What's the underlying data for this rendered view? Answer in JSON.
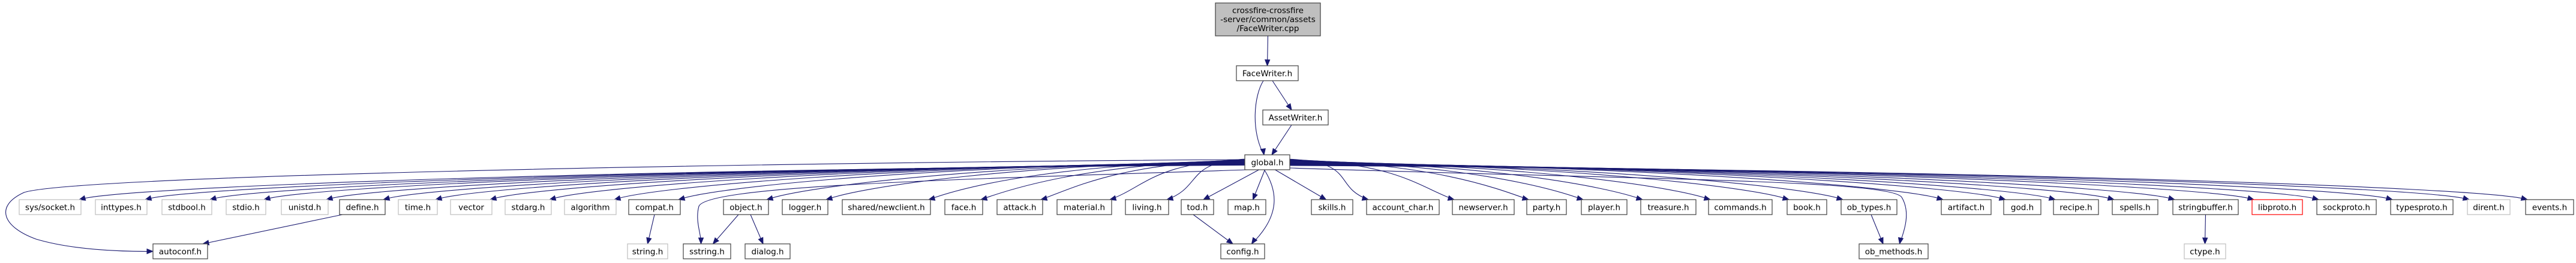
{
  "title": "Include dependency graph for FaceWriter.cpp",
  "colors": {
    "edge": "#191970",
    "root_fill": "#bfbfbf",
    "node_border": "#404040",
    "external_border": "#bfbfbf",
    "error_border": "#ff0000"
  },
  "nodes": [
    {
      "id": "root",
      "label_lines": [
        "crossfire-crossfire",
        "-server/common/assets",
        "/FaceWriter.cpp"
      ],
      "kind": "root"
    },
    {
      "id": "facewriter_h",
      "label": "FaceWriter.h",
      "kind": "normal"
    },
    {
      "id": "assetwriter_h",
      "label": "AssetWriter.h",
      "kind": "normal"
    },
    {
      "id": "global_h",
      "label": "global.h",
      "kind": "normal"
    },
    {
      "id": "sys_socket_h",
      "label": "sys/socket.h",
      "kind": "external"
    },
    {
      "id": "inttypes_h",
      "label": "inttypes.h",
      "kind": "external"
    },
    {
      "id": "stdbool_h",
      "label": "stdbool.h",
      "kind": "external"
    },
    {
      "id": "stdio_h",
      "label": "stdio.h",
      "kind": "external"
    },
    {
      "id": "unistd_h",
      "label": "unistd.h",
      "kind": "external"
    },
    {
      "id": "define_h",
      "label": "define.h",
      "kind": "normal"
    },
    {
      "id": "time_h",
      "label": "time.h",
      "kind": "external"
    },
    {
      "id": "vector",
      "label": "vector",
      "kind": "external"
    },
    {
      "id": "stdarg_h",
      "label": "stdarg.h",
      "kind": "external"
    },
    {
      "id": "algorithm",
      "label": "algorithm",
      "kind": "external"
    },
    {
      "id": "compat_h",
      "label": "compat.h",
      "kind": "normal"
    },
    {
      "id": "object_h",
      "label": "object.h",
      "kind": "normal"
    },
    {
      "id": "logger_h",
      "label": "logger.h",
      "kind": "normal"
    },
    {
      "id": "newclient_h",
      "label": "shared/newclient.h",
      "kind": "normal"
    },
    {
      "id": "face_h",
      "label": "face.h",
      "kind": "normal"
    },
    {
      "id": "attack_h",
      "label": "attack.h",
      "kind": "normal"
    },
    {
      "id": "material_h",
      "label": "material.h",
      "kind": "normal"
    },
    {
      "id": "living_h",
      "label": "living.h",
      "kind": "normal"
    },
    {
      "id": "tod_h",
      "label": "tod.h",
      "kind": "normal"
    },
    {
      "id": "map_h",
      "label": "map.h",
      "kind": "normal"
    },
    {
      "id": "skills_h",
      "label": "skills.h",
      "kind": "normal"
    },
    {
      "id": "account_char_h",
      "label": "account_char.h",
      "kind": "normal"
    },
    {
      "id": "newserver_h",
      "label": "newserver.h",
      "kind": "normal"
    },
    {
      "id": "party_h",
      "label": "party.h",
      "kind": "normal"
    },
    {
      "id": "player_h",
      "label": "player.h",
      "kind": "normal"
    },
    {
      "id": "treasure_h",
      "label": "treasure.h",
      "kind": "normal"
    },
    {
      "id": "commands_h",
      "label": "commands.h",
      "kind": "normal"
    },
    {
      "id": "book_h",
      "label": "book.h",
      "kind": "normal"
    },
    {
      "id": "ob_types_h",
      "label": "ob_types.h",
      "kind": "normal"
    },
    {
      "id": "artifact_h",
      "label": "artifact.h",
      "kind": "normal"
    },
    {
      "id": "god_h",
      "label": "god.h",
      "kind": "normal"
    },
    {
      "id": "recipe_h",
      "label": "recipe.h",
      "kind": "normal"
    },
    {
      "id": "spells_h",
      "label": "spells.h",
      "kind": "normal"
    },
    {
      "id": "stringbuffer_h",
      "label": "stringbuffer.h",
      "kind": "normal"
    },
    {
      "id": "libproto_h",
      "label": "libproto.h",
      "kind": "error"
    },
    {
      "id": "sockproto_h",
      "label": "sockproto.h",
      "kind": "normal"
    },
    {
      "id": "typesproto_h",
      "label": "typesproto.h",
      "kind": "normal"
    },
    {
      "id": "dirent_h",
      "label": "dirent.h",
      "kind": "external"
    },
    {
      "id": "events_h",
      "label": "events.h",
      "kind": "normal"
    },
    {
      "id": "autoconf_h",
      "label": "autoconf.h",
      "kind": "normal"
    },
    {
      "id": "string_h",
      "label": "string.h",
      "kind": "external"
    },
    {
      "id": "sstring_h",
      "label": "sstring.h",
      "kind": "normal"
    },
    {
      "id": "dialog_h",
      "label": "dialog.h",
      "kind": "normal"
    },
    {
      "id": "config_h",
      "label": "config.h",
      "kind": "normal"
    },
    {
      "id": "ob_methods_h",
      "label": "ob_methods.h",
      "kind": "normal"
    },
    {
      "id": "ctype_h",
      "label": "ctype.h",
      "kind": "external"
    }
  ],
  "edges": [
    {
      "from": "root",
      "to": "facewriter_h"
    },
    {
      "from": "facewriter_h",
      "to": "assetwriter_h"
    },
    {
      "from": "facewriter_h",
      "to": "global_h"
    },
    {
      "from": "assetwriter_h",
      "to": "global_h"
    },
    {
      "from": "global_h",
      "to": "sys_socket_h"
    },
    {
      "from": "global_h",
      "to": "inttypes_h"
    },
    {
      "from": "global_h",
      "to": "stdbool_h"
    },
    {
      "from": "global_h",
      "to": "stdio_h"
    },
    {
      "from": "global_h",
      "to": "unistd_h"
    },
    {
      "from": "global_h",
      "to": "define_h"
    },
    {
      "from": "global_h",
      "to": "time_h"
    },
    {
      "from": "global_h",
      "to": "vector"
    },
    {
      "from": "global_h",
      "to": "stdarg_h"
    },
    {
      "from": "global_h",
      "to": "algorithm"
    },
    {
      "from": "global_h",
      "to": "compat_h"
    },
    {
      "from": "global_h",
      "to": "object_h"
    },
    {
      "from": "global_h",
      "to": "logger_h"
    },
    {
      "from": "global_h",
      "to": "newclient_h"
    },
    {
      "from": "global_h",
      "to": "face_h"
    },
    {
      "from": "global_h",
      "to": "attack_h"
    },
    {
      "from": "global_h",
      "to": "material_h"
    },
    {
      "from": "global_h",
      "to": "living_h"
    },
    {
      "from": "global_h",
      "to": "tod_h"
    },
    {
      "from": "global_h",
      "to": "map_h"
    },
    {
      "from": "global_h",
      "to": "skills_h"
    },
    {
      "from": "global_h",
      "to": "account_char_h"
    },
    {
      "from": "global_h",
      "to": "newserver_h"
    },
    {
      "from": "global_h",
      "to": "party_h"
    },
    {
      "from": "global_h",
      "to": "player_h"
    },
    {
      "from": "global_h",
      "to": "treasure_h"
    },
    {
      "from": "global_h",
      "to": "commands_h"
    },
    {
      "from": "global_h",
      "to": "book_h"
    },
    {
      "from": "global_h",
      "to": "ob_types_h"
    },
    {
      "from": "global_h",
      "to": "artifact_h"
    },
    {
      "from": "global_h",
      "to": "god_h"
    },
    {
      "from": "global_h",
      "to": "recipe_h"
    },
    {
      "from": "global_h",
      "to": "spells_h"
    },
    {
      "from": "global_h",
      "to": "stringbuffer_h"
    },
    {
      "from": "global_h",
      "to": "libproto_h"
    },
    {
      "from": "global_h",
      "to": "sockproto_h"
    },
    {
      "from": "global_h",
      "to": "typesproto_h"
    },
    {
      "from": "global_h",
      "to": "dirent_h"
    },
    {
      "from": "global_h",
      "to": "events_h"
    },
    {
      "from": "global_h",
      "to": "autoconf_h"
    },
    {
      "from": "global_h",
      "to": "sstring_h"
    },
    {
      "from": "global_h",
      "to": "config_h"
    },
    {
      "from": "global_h",
      "to": "ob_methods_h"
    },
    {
      "from": "define_h",
      "to": "autoconf_h"
    },
    {
      "from": "compat_h",
      "to": "string_h"
    },
    {
      "from": "object_h",
      "to": "sstring_h"
    },
    {
      "from": "object_h",
      "to": "dialog_h"
    },
    {
      "from": "tod_h",
      "to": "config_h"
    },
    {
      "from": "ob_types_h",
      "to": "ob_methods_h"
    },
    {
      "from": "stringbuffer_h",
      "to": "ctype_h"
    }
  ]
}
